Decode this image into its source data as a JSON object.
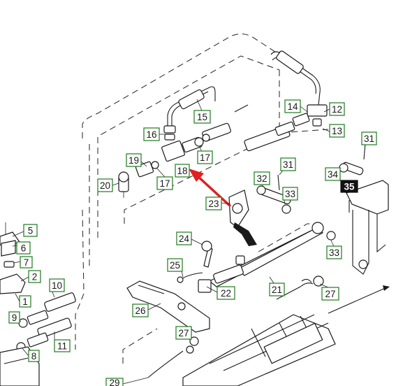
{
  "diagram": {
    "line_color": "#1a1a1a",
    "callout_fill": "#ffffff",
    "callout_stroke": "#1d7a1d",
    "highlight_fill": "#111111",
    "highlight_text": "#ffffff",
    "arrow_color": "#e02020"
  },
  "callouts": [
    {
      "id": "c15",
      "label": "15"
    },
    {
      "id": "c14",
      "label": "14"
    },
    {
      "id": "c12",
      "label": "12"
    },
    {
      "id": "c13",
      "label": "13"
    },
    {
      "id": "c16",
      "label": "16"
    },
    {
      "id": "c17a",
      "label": "17"
    },
    {
      "id": "c19",
      "label": "19"
    },
    {
      "id": "c18",
      "label": "18"
    },
    {
      "id": "c20",
      "label": "20"
    },
    {
      "id": "c17b",
      "label": "17"
    },
    {
      "id": "c31a",
      "label": "31"
    },
    {
      "id": "c31b",
      "label": "31"
    },
    {
      "id": "c34",
      "label": "34"
    },
    {
      "id": "c35",
      "label": "35",
      "highlight": true
    },
    {
      "id": "c32",
      "label": "32"
    },
    {
      "id": "c33a",
      "label": "33"
    },
    {
      "id": "c23",
      "label": "23"
    },
    {
      "id": "c5",
      "label": "5"
    },
    {
      "id": "c33b",
      "label": "33"
    },
    {
      "id": "c24",
      "label": "24"
    },
    {
      "id": "c6",
      "label": "6"
    },
    {
      "id": "c7",
      "label": "7"
    },
    {
      "id": "c25",
      "label": "25"
    },
    {
      "id": "c2",
      "label": "2"
    },
    {
      "id": "c10",
      "label": "10"
    },
    {
      "id": "c22",
      "label": "22"
    },
    {
      "id": "c21",
      "label": "21"
    },
    {
      "id": "c27a",
      "label": "27"
    },
    {
      "id": "c1",
      "label": "1"
    },
    {
      "id": "c26",
      "label": "26"
    },
    {
      "id": "c9",
      "label": "9"
    },
    {
      "id": "c11",
      "label": "11"
    },
    {
      "id": "c27b",
      "label": "27"
    },
    {
      "id": "c8",
      "label": "8"
    },
    {
      "id": "c29",
      "label": "29"
    }
  ]
}
